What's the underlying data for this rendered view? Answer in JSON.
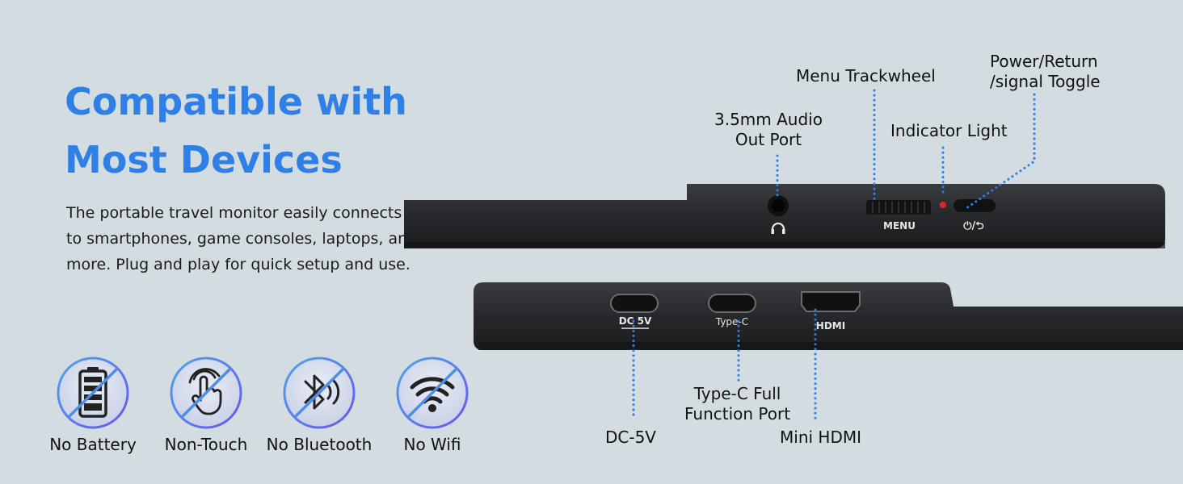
{
  "headline": {
    "line1": "Compatible with",
    "line2": "Most Devices"
  },
  "description": {
    "line1": "The portable travel monitor easily connects",
    "line2": "to smartphones, game consoles, laptops, and",
    "line3": "more. Plug and play for quick setup and use."
  },
  "features": [
    {
      "label": "No Battery",
      "icon": "battery-icon"
    },
    {
      "label": "Non-Touch",
      "icon": "touch-icon"
    },
    {
      "label": "No Bluetooth",
      "icon": "bluetooth-icon"
    },
    {
      "label": "No Wifi",
      "icon": "wifi-icon"
    }
  ],
  "top_callouts": {
    "audio": {
      "line1": "3.5mm Audio",
      "line2": "Out Port"
    },
    "menu": "Menu Trackwheel",
    "indicator": "Indicator Light",
    "power": {
      "line1": "Power/Return",
      "line2": "/signal Toggle"
    }
  },
  "bottom_callouts": {
    "typec": {
      "line1": "Type-C Full",
      "line2": "Function Port"
    },
    "dc": "DC-5V",
    "hdmi": "Mini HDMI"
  },
  "device_text": {
    "menu": "MENU",
    "power": "⏻/⮌",
    "dc": "DC 5V",
    "typec": "Type-C",
    "hdmi": "HDMI"
  },
  "colors": {
    "accent": "#2f80e6",
    "background": "#d3dde1",
    "device": "#2a2c2f",
    "indicator": "#e8232a",
    "leader": "#2f7ee8"
  }
}
